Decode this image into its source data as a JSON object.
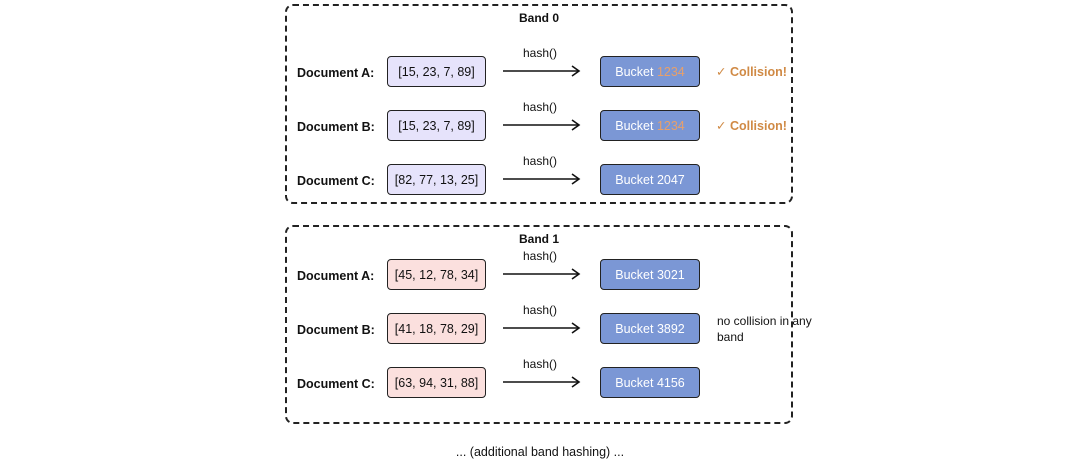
{
  "bands": [
    {
      "title": "Band 0",
      "rows": [
        {
          "doc": "Document A:",
          "signature": "[15, 23, 7, 89]",
          "hash": "hash()",
          "bucket_prefix": "Bucket ",
          "bucket_id": "1234",
          "bucket_highlight": true,
          "status": "✓ Collision!"
        },
        {
          "doc": "Document B:",
          "signature": "[15, 23, 7, 89]",
          "hash": "hash()",
          "bucket_prefix": "Bucket ",
          "bucket_id": "1234",
          "bucket_highlight": true,
          "status": "✓ Collision!"
        },
        {
          "doc": "Document C:",
          "signature": "[82, 77, 13, 25]",
          "hash": "hash()",
          "bucket_prefix": "Bucket ",
          "bucket_id": "2047",
          "bucket_highlight": false,
          "status": ""
        }
      ]
    },
    {
      "title": "Band 1",
      "rows": [
        {
          "doc": "Document A:",
          "signature": "[45, 12, 78, 34]",
          "hash": "hash()",
          "bucket_prefix": "Bucket ",
          "bucket_id": "3021",
          "bucket_highlight": false,
          "status": ""
        },
        {
          "doc": "Document B:",
          "signature": "[41, 18, 78, 29]",
          "hash": "hash()",
          "bucket_prefix": "Bucket ",
          "bucket_id": "3892",
          "bucket_highlight": false,
          "status": ""
        },
        {
          "doc": "Document C:",
          "signature": "[63, 94, 31, 88]",
          "hash": "hash()",
          "bucket_prefix": "Bucket ",
          "bucket_id": "4156",
          "bucket_highlight": false,
          "status": ""
        }
      ],
      "note": "no collision in any band"
    }
  ],
  "footer": "... (additional band hashing) ...",
  "colors": {
    "band0_signature_fill": "#e6e3fb",
    "band1_signature_fill": "#fbe0de",
    "bucket_fill": "#7b97d5",
    "collision_text": "#d08a45",
    "bucket_highlight_text": "#e8a06a"
  }
}
